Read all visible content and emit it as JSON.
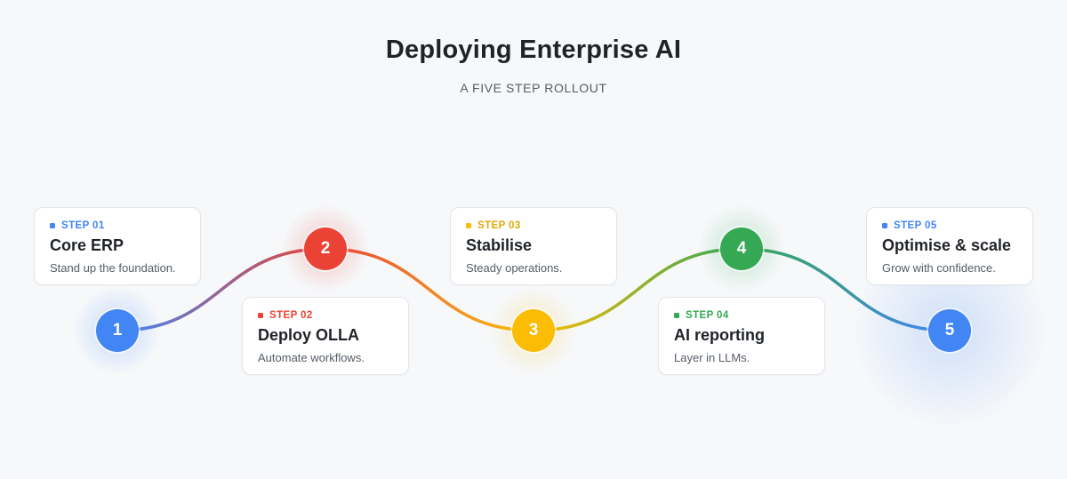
{
  "header": {
    "title": "Deploying Enterprise AI",
    "subtitle": "A FIVE STEP ROLLOUT"
  },
  "steps": [
    {
      "number": "1",
      "tag": "STEP 01",
      "title": "Core ERP",
      "description": "Stand up the foundation.",
      "color": "#4285f4"
    },
    {
      "number": "2",
      "tag": "STEP 02",
      "title": "Deploy OLLA",
      "description": "Automate workflows.",
      "color": "#ea4335"
    },
    {
      "number": "3",
      "tag": "STEP 03",
      "title": "Stabilise",
      "description": "Steady operations.",
      "color": "#fbbc04"
    },
    {
      "number": "4",
      "tag": "STEP 04",
      "title": "AI reporting",
      "description": "Layer in LLMs.",
      "color": "#34a853"
    },
    {
      "number": "5",
      "tag": "STEP 05",
      "title": "Optimise & scale",
      "description": "Grow with confidence.",
      "color": "#4285f4"
    }
  ],
  "colors": {
    "background": "#f6f8fa",
    "line_start": "#4285f4",
    "line_mid_red": "#ea4335",
    "line_mid_orange": "#f29a1f",
    "line_mid_yellow": "#fbbc04",
    "line_mid_green": "#34a853",
    "line_end": "#4285f4"
  }
}
